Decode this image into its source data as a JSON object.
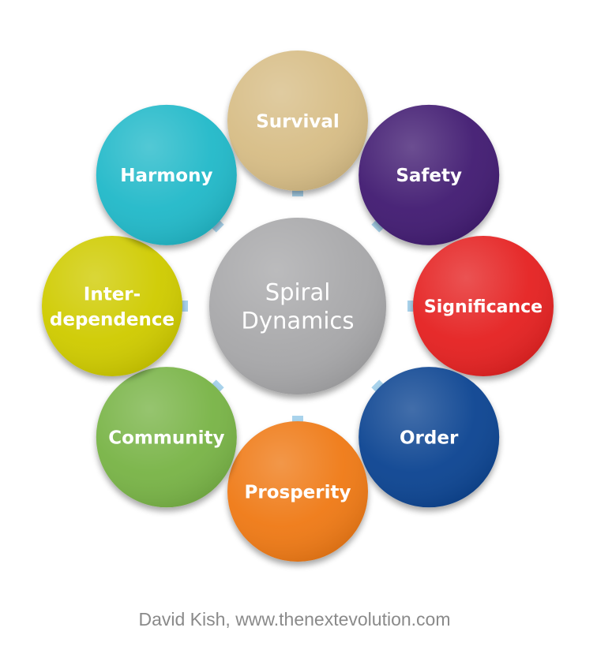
{
  "center": {
    "label_lines": [
      "Spiral",
      "Dynamics"
    ],
    "color": "#a8a8aa"
  },
  "nodes": [
    {
      "id": "survival",
      "lines": [
        "Survival"
      ],
      "color": "#d7bd86"
    },
    {
      "id": "safety",
      "lines": [
        "Safety"
      ],
      "color": "#421a72"
    },
    {
      "id": "significance",
      "lines": [
        "Significance"
      ],
      "color": "#e52420"
    },
    {
      "id": "order",
      "lines": [
        "Order"
      ],
      "color": "#0d4592"
    },
    {
      "id": "prosperity",
      "lines": [
        "Prosperity"
      ],
      "color": "#ef7a18"
    },
    {
      "id": "community",
      "lines": [
        "Community"
      ],
      "color": "#79b446"
    },
    {
      "id": "interdependence",
      "lines": [
        "Inter-",
        "dependence"
      ],
      "color": "#cfcb00"
    },
    {
      "id": "harmony",
      "lines": [
        "Harmony"
      ],
      "color": "#22b9c9"
    }
  ],
  "arrow_color": "#a9d3ec",
  "caption": "David Kish, www.thenextevolution.com"
}
